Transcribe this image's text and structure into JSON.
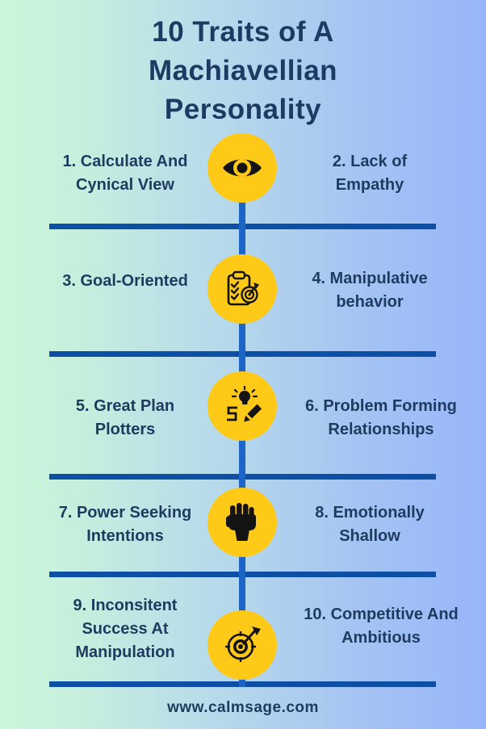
{
  "title": "10 Traits of A Machiavellian Personality",
  "traits": [
    {
      "id": 1,
      "side": "left",
      "icon": "eye-icon",
      "lines": [
        "1. Calculate And",
        "Cynical View"
      ]
    },
    {
      "id": 2,
      "side": "right",
      "icon": "eye-icon",
      "lines": [
        "2. Lack of",
        "Empathy"
      ]
    },
    {
      "id": 3,
      "side": "left",
      "icon": "checklist-target-icon",
      "lines": [
        "3. Goal-Oriented"
      ]
    },
    {
      "id": 4,
      "side": "right",
      "icon": "checklist-target-icon",
      "lines": [
        "4. Manipulative",
        "behavior"
      ]
    },
    {
      "id": 5,
      "side": "left",
      "icon": "idea-plan-icon",
      "lines": [
        "5. Great Plan",
        "Plotters"
      ]
    },
    {
      "id": 6,
      "side": "right",
      "icon": "idea-plan-icon",
      "lines": [
        "6. Problem Forming",
        "Relationships"
      ]
    },
    {
      "id": 7,
      "side": "left",
      "icon": "raised-fist-icon",
      "lines": [
        "7. Power Seeking",
        "Intentions"
      ]
    },
    {
      "id": 8,
      "side": "right",
      "icon": "raised-fist-icon",
      "lines": [
        "8. Emotionally",
        "Shallow"
      ]
    },
    {
      "id": 9,
      "side": "left",
      "icon": "target-dart-icon",
      "lines": [
        "9. Inconsitent",
        "Success At",
        "Manipulation"
      ]
    },
    {
      "id": 10,
      "side": "right",
      "icon": "target-dart-icon",
      "lines": [
        "10. Competitive And",
        "Ambitious"
      ]
    }
  ],
  "footer": {
    "website": "www.calmsage.com"
  },
  "colors": {
    "background_left": "#caf7da",
    "background_right": "#97b5fa",
    "separator_line": "#0d4fa5",
    "timeline_line": "#1c64c6",
    "node_circle": "#ffc917",
    "title_text": "#1d3a63",
    "body_text": "#1e3b5f",
    "icon": "#141414"
  }
}
